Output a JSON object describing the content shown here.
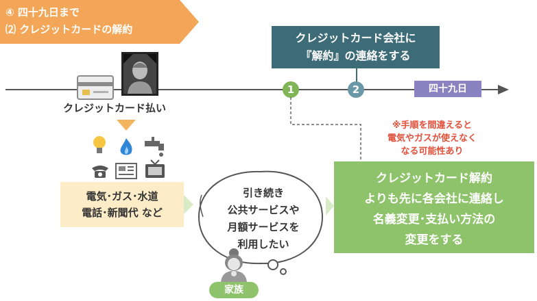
{
  "ribbon": {
    "line1": "④ 四十九日まで",
    "line2": "⑵ クレジットカードの解約",
    "color": "#f3a657"
  },
  "timeline": {
    "step1": "1",
    "step2": "2",
    "deadline_label": "四十九日"
  },
  "contact_box": {
    "line1": "クレジットカード会社に",
    "line2": "『解約』の連絡をする"
  },
  "payment": {
    "label": "クレジットカード払い",
    "icons": [
      "card-icon",
      "deceased-portrait-icon",
      "lightbulb-icon",
      "gas-flame-icon",
      "faucet-icon",
      "telephone-icon",
      "newspaper-icon",
      "television-icon"
    ]
  },
  "utilities_box": {
    "line1": "電気･ガス･水道",
    "line2": "電話･新聞代 など"
  },
  "thought_bubble": {
    "line1": "引き続き",
    "line2": "公共サービスや",
    "line3": "月額サービスを",
    "line4": "利用したい"
  },
  "family_badge": "家族",
  "warning_note": {
    "line1": "※手順を間違えると",
    "line2": "電気やガスが使えなく",
    "line3": "なる可能性あり"
  },
  "action_box": {
    "line1": "クレジットカード解約",
    "line2": "よりも先に各会社に連絡し",
    "line3": "名義変更･支払い方法の",
    "line4": "変更をする"
  },
  "colors": {
    "teal": "#3d6c78",
    "green": "#8fc36b",
    "purple": "#8b82c1",
    "step2": "#6a98a6",
    "warning_red": "#e0503b",
    "cream": "#fcecc7"
  }
}
